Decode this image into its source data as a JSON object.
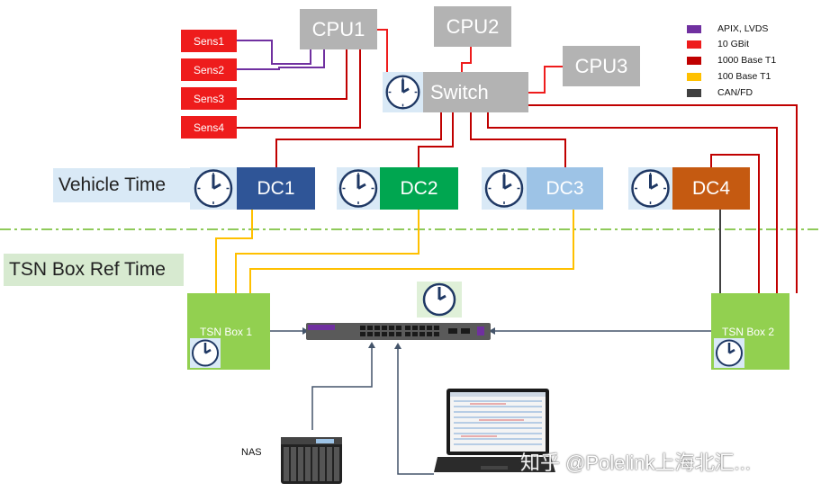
{
  "legend": [
    {
      "label": "APIX, LVDS",
      "color": "#7030a0"
    },
    {
      "label": "10 GBit",
      "color": "#ee1c1c"
    },
    {
      "label": "1000 Base T1",
      "color": "#c00000"
    },
    {
      "label": "100 Base T1",
      "color": "#ffc000"
    },
    {
      "label": "CAN/FD",
      "color": "#404040"
    }
  ],
  "sensors": [
    "Sens1",
    "Sens2",
    "Sens3",
    "Sens4"
  ],
  "cpus": {
    "cpu1": "CPU1",
    "cpu2": "CPU2",
    "cpu3": "CPU3"
  },
  "switch_label": "Switch",
  "domain_controllers": [
    {
      "label": "DC1",
      "color": "#2f5597"
    },
    {
      "label": "DC2",
      "color": "#00a650"
    },
    {
      "label": "DC3",
      "color": "#9dc3e6"
    },
    {
      "label": "DC4",
      "color": "#c55a11"
    }
  ],
  "time_labels": {
    "vehicle": "Vehicle Time",
    "tsn_ref": "TSN Box Ref Time"
  },
  "tsn_boxes": [
    "TSN Box 1",
    "TSN Box 2"
  ],
  "nas_label": "NAS",
  "watermark": "知乎 @Polelink上海北汇..."
}
